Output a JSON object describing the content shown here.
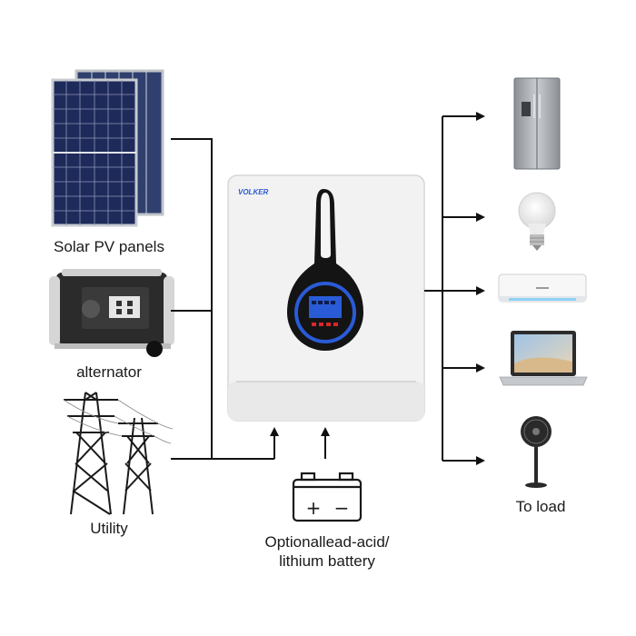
{
  "sources": [
    {
      "id": "solar",
      "label": "Solar PV panels"
    },
    {
      "id": "alternator",
      "label": "alternator"
    },
    {
      "id": "utility",
      "label": "Utility"
    }
  ],
  "inverter": {
    "brand": "VOLKER",
    "screen_color": "#2a5bd7"
  },
  "battery": {
    "label_line1": "Optionallead-acid/",
    "label_line2": "lithium battery",
    "plus_symbol": "+",
    "minus_symbol": "−"
  },
  "loads": {
    "label": "To load",
    "items": [
      "refrigerator-icon",
      "light-bulb-icon",
      "air-conditioner-icon",
      "laptop-icon",
      "fan-icon"
    ]
  },
  "colors": {
    "line": "#111111",
    "panel_cell": "#1e2a5a",
    "inverter_body": "#f2f2f2",
    "accent_blue": "#2a5bd7"
  }
}
